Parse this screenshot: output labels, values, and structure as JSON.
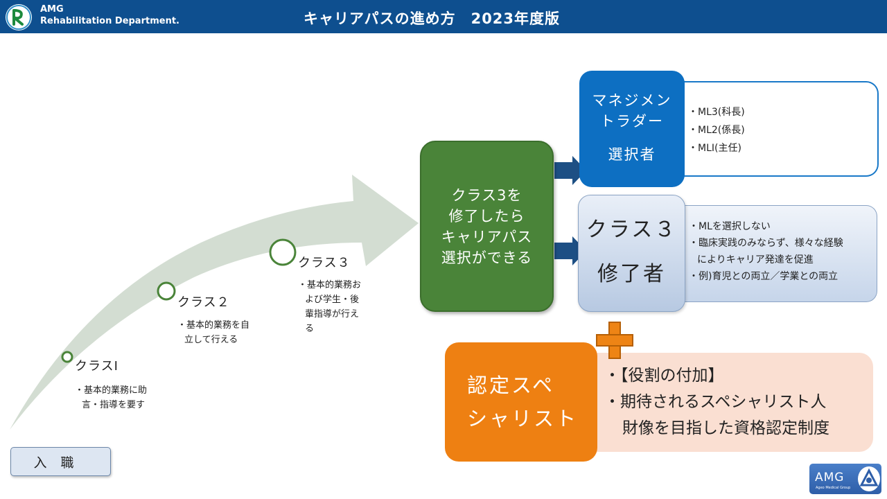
{
  "header": {
    "org_line1": "AMG",
    "org_line2": "Rehabilitation Department.",
    "title": "キャリアパスの進め方　2023年度版"
  },
  "path": {
    "class1": {
      "label": "クラスⅠ",
      "desc1": "・基本的業務に助",
      "desc2": "言・指導を要す"
    },
    "class2": {
      "label": "クラス２",
      "desc1": "・基本的業務を自",
      "desc2": "立して行える"
    },
    "class3": {
      "label": "クラス３",
      "desc1": "・基本的業務お",
      "desc2": "よび学生・後",
      "desc3": "輩指導が行え",
      "desc4": "る"
    },
    "entry": "入職"
  },
  "center": {
    "line1": "クラス3を",
    "line2": "修了したら",
    "line3": "キャリアパス",
    "line4": "選択ができる"
  },
  "management": {
    "line1": "マネジメン",
    "line2": "トラダー",
    "line3": "選択者",
    "items": [
      "・ML3(科長)",
      "・ML2(係長)",
      "・MLⅠ(主任)"
    ]
  },
  "graduate": {
    "line1": "クラス３",
    "line2": "修了者",
    "item1": "・MLを選択しない",
    "item2a": "・臨床実践のみならず、様々な経験",
    "item2b": "によりキャリア発達を促進",
    "item3": "・例)育児との両立／学業との両立"
  },
  "specialist": {
    "line1": "認定スペ",
    "line2": "シャリスト",
    "item1": "・【役割の付加】",
    "item2a": "・期待されるスペシャリスト人",
    "item2b": "財像を目指した資格認定制度"
  },
  "badge": {
    "text": "AMG",
    "small": "Ageo Medical Group"
  },
  "colors": {
    "header": "#0e4f8f",
    "green": "#4a8439",
    "blue": "#0d6fc2",
    "orange": "#ee8012",
    "peach": "#fadfd2",
    "arrow": "#d3ddd2"
  }
}
